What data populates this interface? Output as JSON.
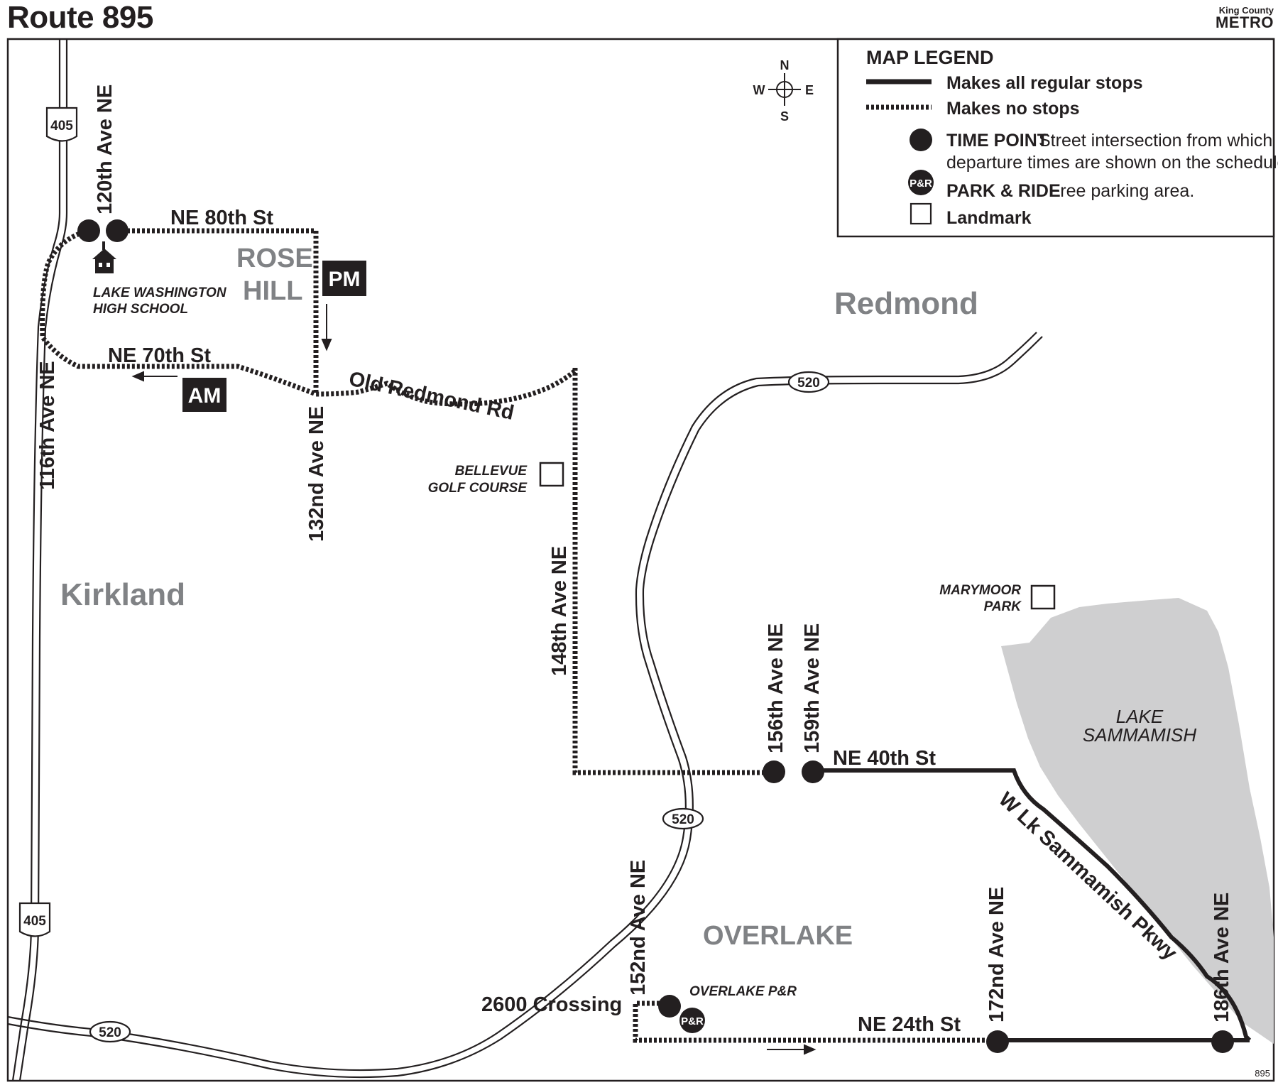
{
  "header": {
    "title": "Route 895",
    "logo_small": "King County",
    "logo_large": "METRO"
  },
  "legend": {
    "title": "MAP LEGEND",
    "solid_line": "Makes all regular stops",
    "dotted_line": "Makes no stops",
    "time_point_label": "TIME POINT",
    "time_point_desc_1": "Street intersection from which",
    "time_point_desc_2": "departure times are shown on the schedules.",
    "park_ride_icon": "P&R",
    "park_ride_label": "PARK & RIDE",
    "park_ride_desc": "Free parking area.",
    "landmark_label": "Landmark"
  },
  "compass": {
    "n": "N",
    "s": "S",
    "e": "E",
    "w": "W"
  },
  "places": {
    "kirkland": "Kirkland",
    "redmond": "Redmond",
    "rose_hill_1": "ROSE",
    "rose_hill_2": "HILL",
    "overlake": "OVERLAKE",
    "lake_1": "LAKE",
    "lake_2": "SAMMAMISH"
  },
  "streets": {
    "ne_80th": "NE 80th St",
    "ne_70th": "NE 70th St",
    "old_redmond": "Old Redmond Rd",
    "ave_120": "120th Ave NE",
    "ave_116": "116th Ave NE",
    "ave_132": "132nd Ave NE",
    "ave_148": "148th Ave NE",
    "ave_156": "156th Ave NE",
    "ave_159": "159th Ave NE",
    "ne_40th": "NE 40th St",
    "w_lk_sammamish": "W Lk Sammamish Pkwy",
    "ave_152": "152nd Ave NE",
    "ave_172": "172nd Ave NE",
    "ave_186": "186th Ave NE",
    "ne_24th": "NE 24th St",
    "crossing": "2600 Crossing"
  },
  "landmarks": {
    "lwhs_1": "LAKE WASHINGTON",
    "lwhs_2": "HIGH SCHOOL",
    "golf_1": "BELLEVUE",
    "golf_2": "GOLF COURSE",
    "marymoor_1": "MARYMOOR",
    "marymoor_2": "PARK",
    "overlake_pr": "OVERLAKE P&R",
    "pr_badge": "P&R"
  },
  "shields": {
    "i405_top": "405",
    "i405_bottom": "405",
    "sr520_top": "520",
    "sr520_mid": "520",
    "sr520_left": "520"
  },
  "badges": {
    "pm": "PM",
    "am": "AM"
  },
  "footer": {
    "code": "895"
  }
}
